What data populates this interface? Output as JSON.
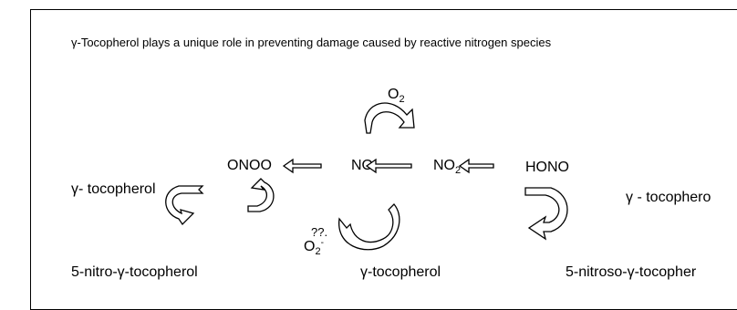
{
  "title": "γ-Tocopherol plays a unique role in preventing damage caused by reactive nitrogen species",
  "species": {
    "onoo": "ONOO",
    "no": "NO",
    "no2_base": "NO",
    "no2_sub": "2",
    "hono": "HONO",
    "o2_base": "O",
    "o2_sub": "2",
    "o2_minus_base": "O",
    "o2_minus_sub": "2",
    "o2_minus_sup": "-",
    "question": "??."
  },
  "labels": {
    "left_tocopherol": "γ- tocopherol",
    "right_tocopherol": "γ - tocophero",
    "nitro": "5-nitro-γ-tocopherol",
    "center_tocopherol": "γ-tocopherol",
    "nitroso": "5-nitroso-γ-tocopher"
  },
  "colors": {
    "line": "#000000",
    "fill": "#ffffff"
  }
}
